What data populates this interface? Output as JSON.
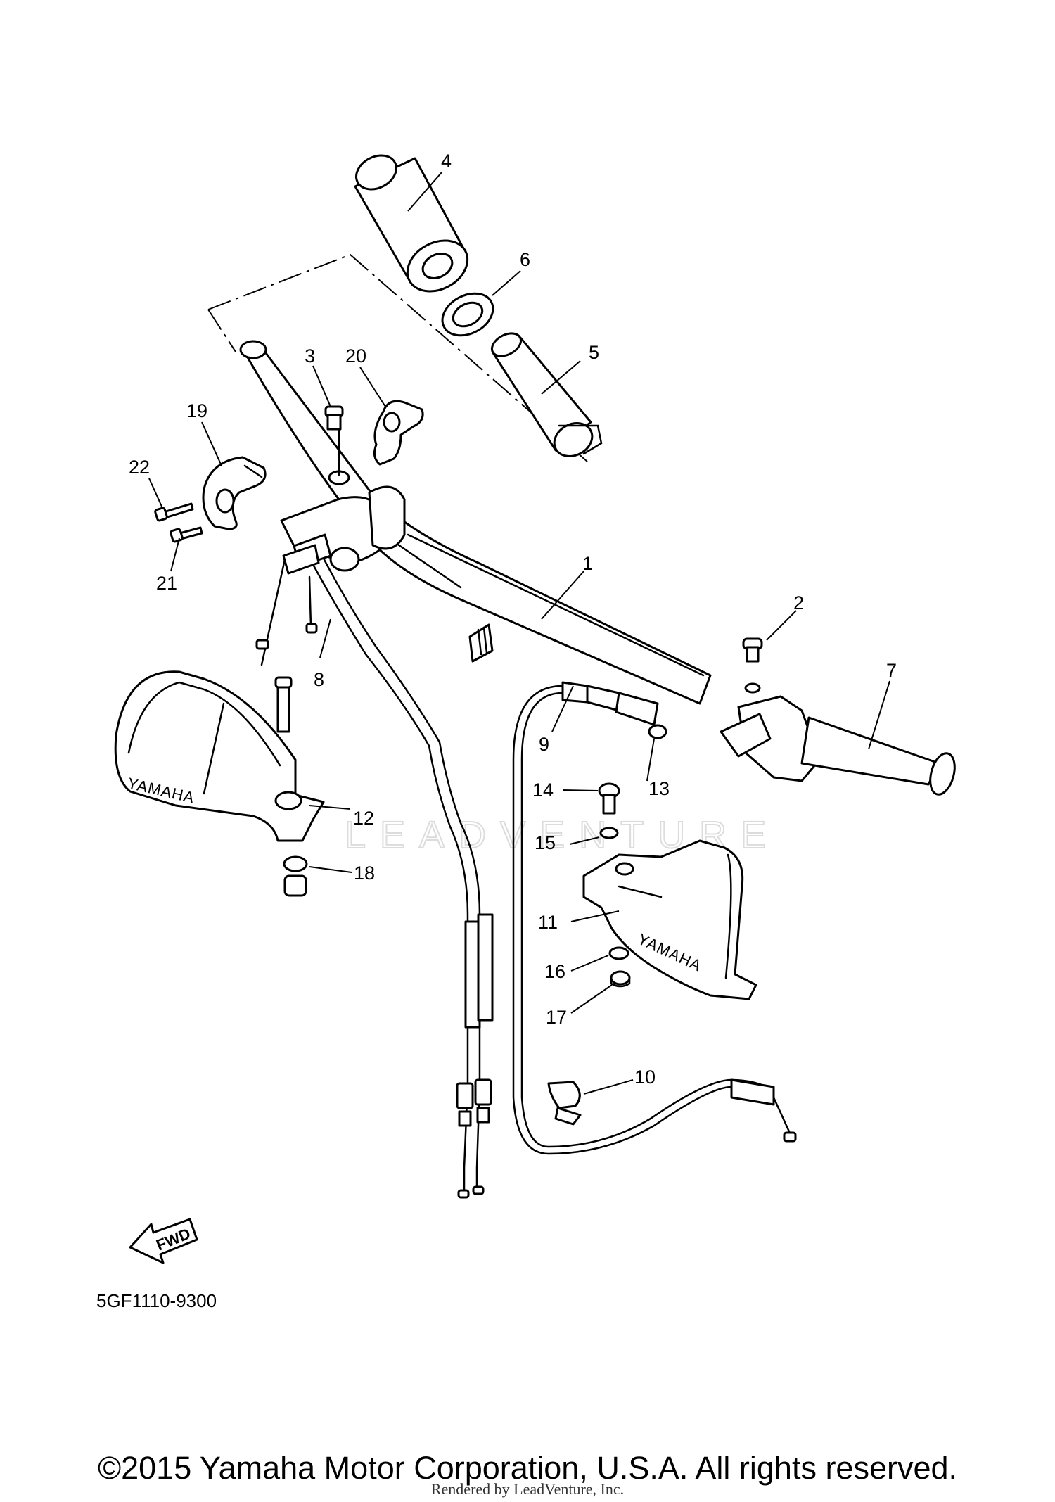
{
  "diagram": {
    "callouts": [
      "1",
      "2",
      "3",
      "4",
      "5",
      "6",
      "7",
      "8",
      "9",
      "10",
      "11",
      "12",
      "13",
      "14",
      "15",
      "16",
      "17",
      "18",
      "19",
      "20",
      "21",
      "22"
    ],
    "guard_brand": "YAMAHA",
    "fwd_label": "FWD",
    "part_code": "5GF1110-9300",
    "watermark": "LEADVENTURE"
  },
  "footer": {
    "copyright": "©2015 Yamaha Motor Corporation, U.S.A. All rights reserved.",
    "rendered_by": "Rendered by LeadVenture, Inc."
  }
}
